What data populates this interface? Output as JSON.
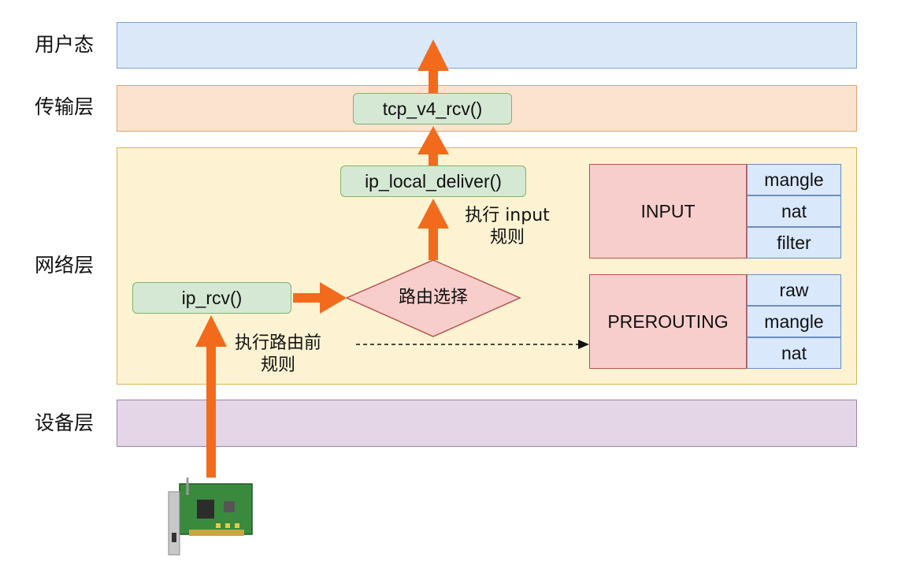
{
  "layers": {
    "user": "用户态",
    "transport": "传输层",
    "network": "网络层",
    "device": "设备层"
  },
  "functions": {
    "tcp_v4_rcv": "tcp_v4_rcv()",
    "ip_local_deliver": "ip_local_deliver()",
    "ip_rcv": "ip_rcv()"
  },
  "decision": {
    "label": "路由选择"
  },
  "notes": {
    "input_rule_line1": "执行 input",
    "input_rule_line2": "规则",
    "prerouting_rule_line1": "执行路由前",
    "prerouting_rule_line2": "规则"
  },
  "chains": {
    "input": {
      "name": "INPUT",
      "tables": [
        "mangle",
        "nat",
        "filter"
      ]
    },
    "prerouting": {
      "name": "PREROUTING",
      "tables": [
        "raw",
        "mangle",
        "nat"
      ]
    }
  },
  "colors": {
    "arrow": "#f26b1d",
    "function_fill": "#d5e8d4",
    "chain_fill": "#f8cecc",
    "table_fill": "#dae8fc"
  },
  "icons": {
    "network_card": "network-card-icon"
  }
}
